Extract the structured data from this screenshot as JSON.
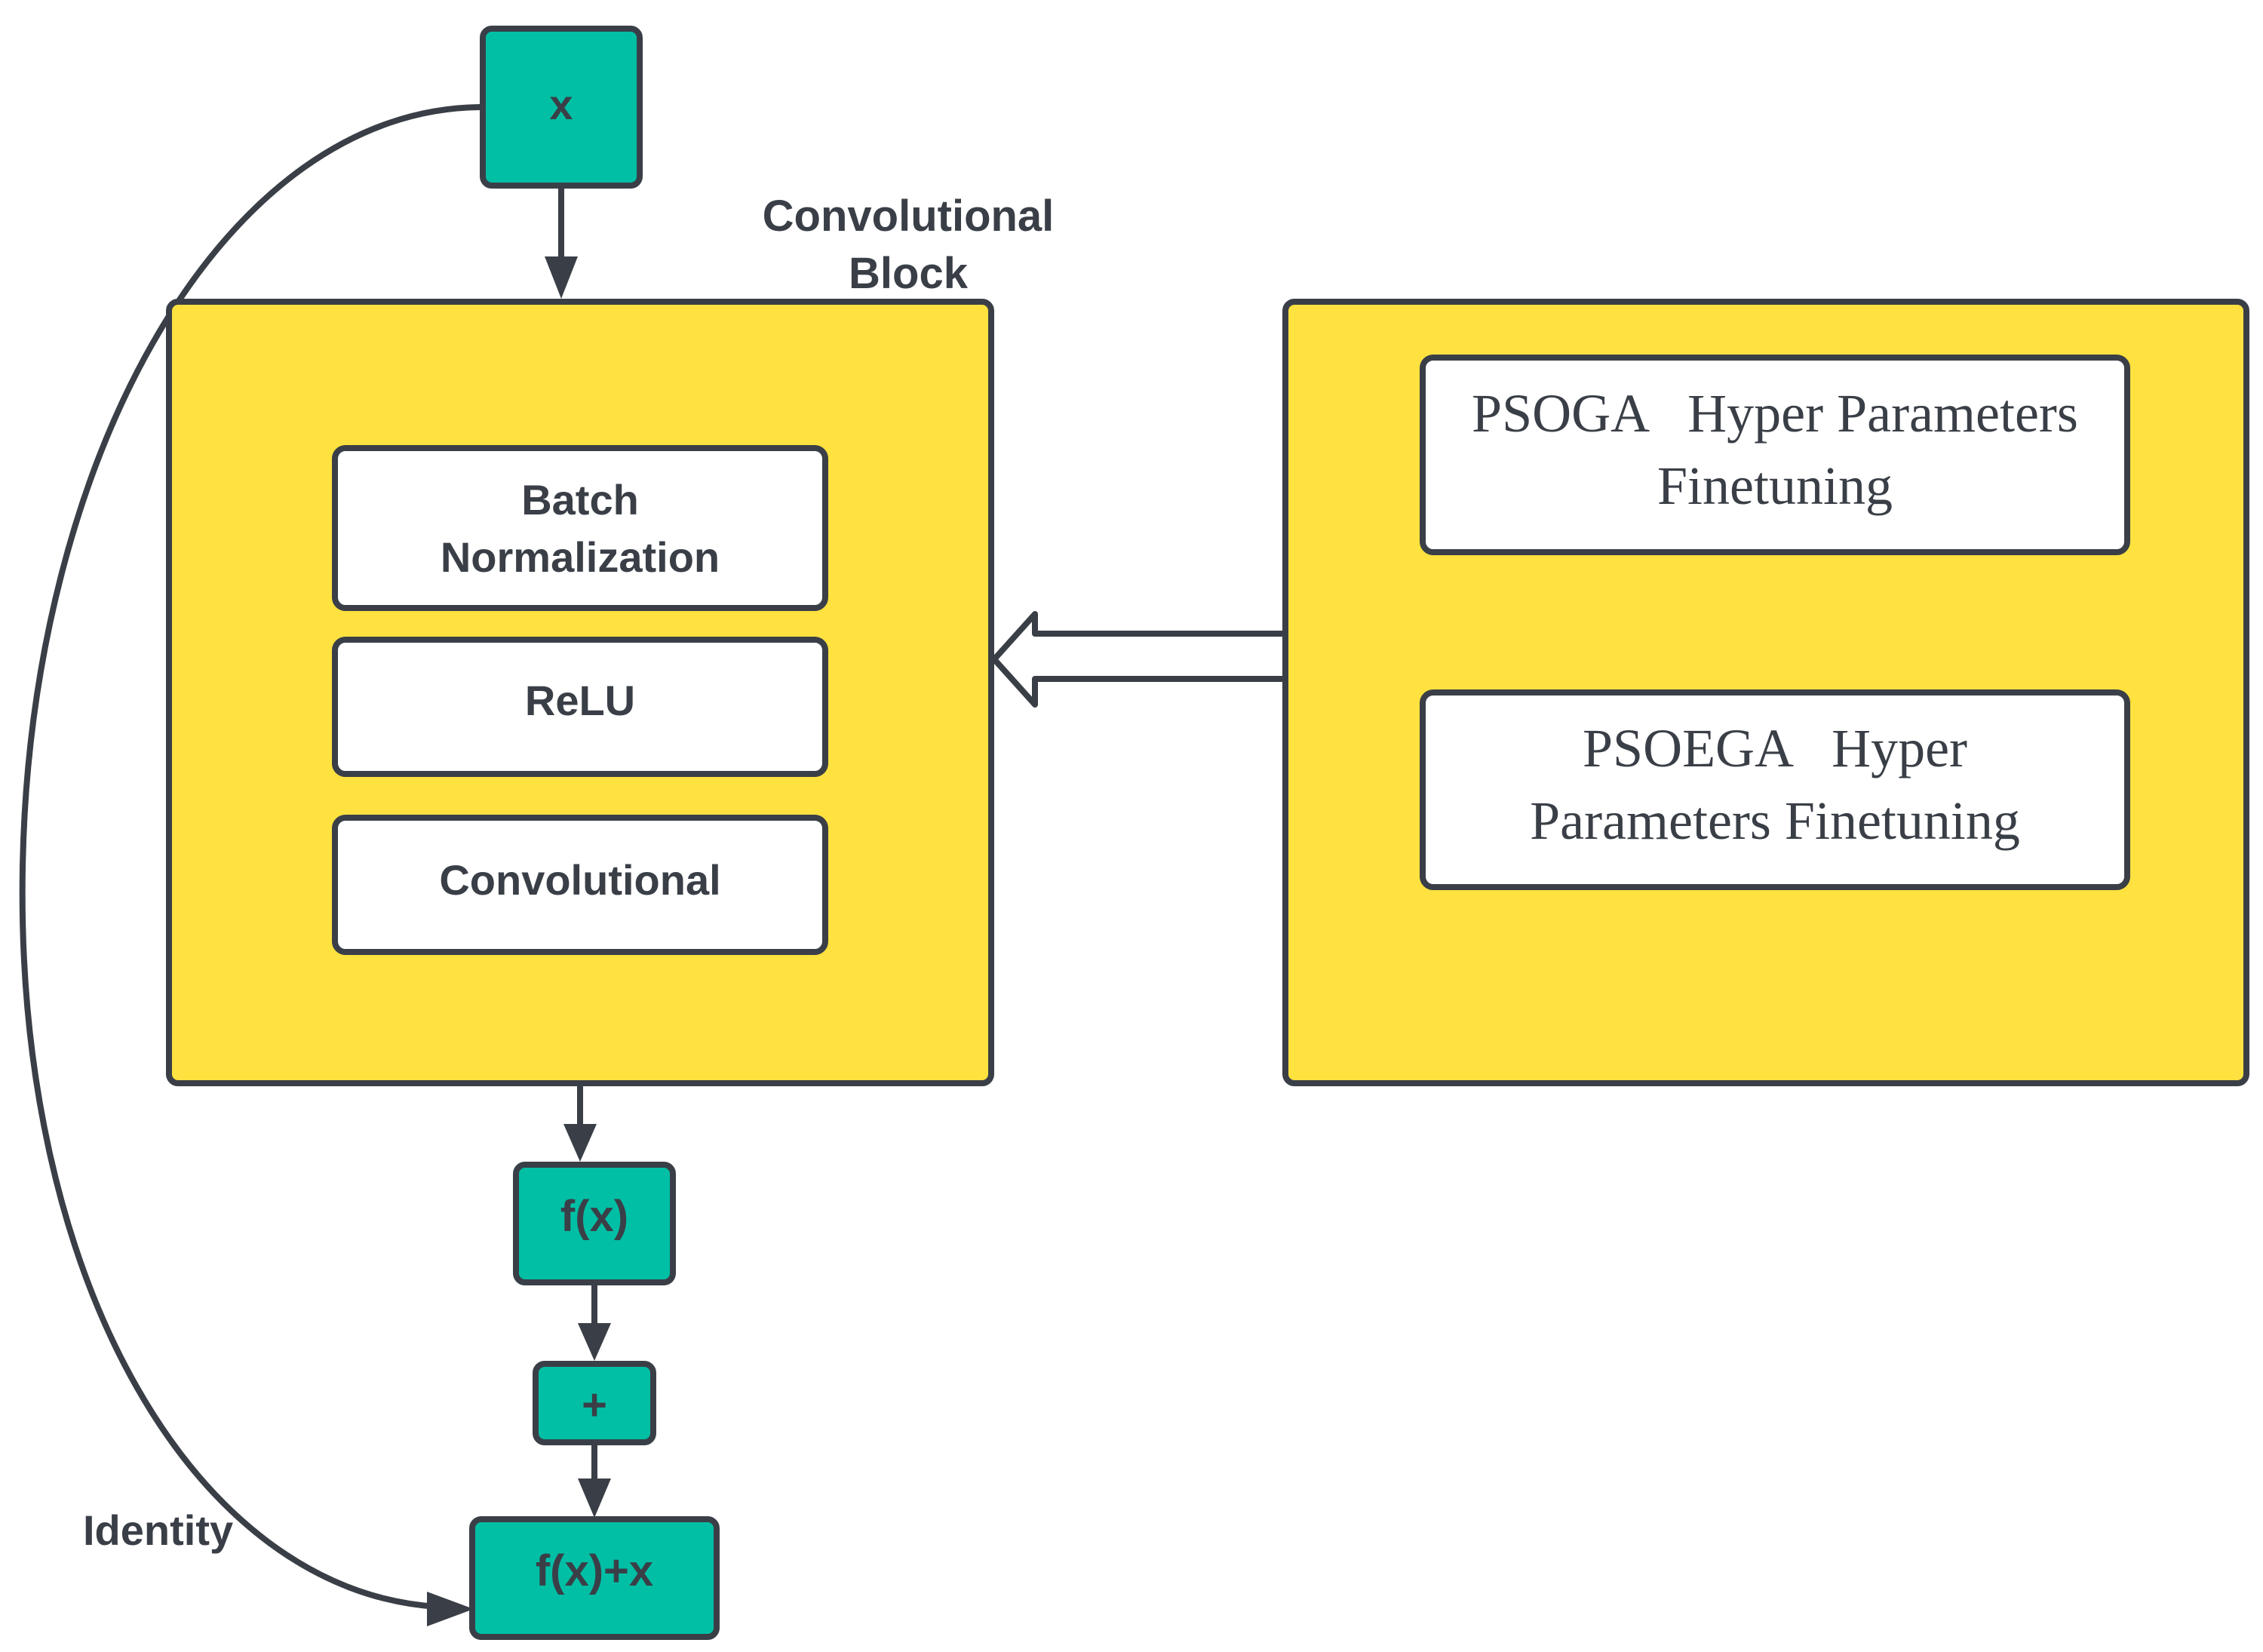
{
  "colors": {
    "teal": "#00bfa5",
    "yellow": "#ffe140",
    "outline": "#3a3f47",
    "white": "#ffffff"
  },
  "input_node": {
    "label": "x"
  },
  "conv_block": {
    "title_line1": "Convolutional",
    "title_line2": "Block",
    "layers": [
      {
        "line1": "Batch",
        "line2": "Normalization"
      },
      {
        "line1": "ReLU"
      },
      {
        "line1": "Convolutional"
      }
    ]
  },
  "tuning_panel": {
    "boxes": [
      {
        "line1": "PSOGA   Hyper Parameters",
        "line2": "Finetuning"
      },
      {
        "line1": "PSOEGA   Hyper",
        "line2": "Parameters Finetuning"
      }
    ]
  },
  "output_nodes": {
    "fx": "f(x)",
    "plus": "+",
    "sum": "f(x)+x"
  },
  "identity_label": "Identity"
}
